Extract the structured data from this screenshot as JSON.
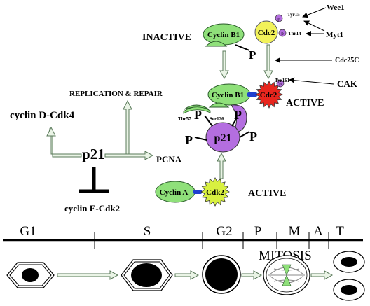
{
  "labels": {
    "inactive": "INACTIVE",
    "active_top": "ACTIVE",
    "active_bottom": "ACTIVE",
    "replication_repair": "REPLICATION & REPAIR",
    "cyclin_d_cdk4": "cyclin D-Cdk4",
    "p21": "p21",
    "pcna": "PCNA",
    "cyclin_e_cdk2": "cyclin E-Cdk2",
    "mitosis": "MITOSIS"
  },
  "proteins": {
    "cyclin_b1_top": "Cyclin B1",
    "cdc2_top": "Cdc2",
    "cyclin_b1_mid": "Cyclin B1",
    "cdc2_mid": "Cdc2",
    "p21_node": "p21",
    "cyclin_a": "Cyclin A",
    "cdk2": "Cdk2"
  },
  "kinases": {
    "wee1": "Wee1",
    "myt1": "Myt1",
    "cdc25c": "Cdc25C",
    "cak": "CAK"
  },
  "sites": {
    "tyr15": "Tyr15",
    "thr14": "Thr14",
    "tyr161": "Tyr161",
    "thr57": "Thr57",
    "ser126": "Ser126",
    "p": "P",
    "p_small": "p"
  },
  "phases": [
    "G1",
    "S",
    "G2",
    "P",
    "M",
    "A",
    "T"
  ],
  "colors": {
    "cyclin_green": "#8fe07a",
    "cdc2_yellow": "#f2f25a",
    "cdc2_red": "#e8261e",
    "p21_purple": "#b46ee0",
    "phospho_purple": "#b46ee0",
    "cdk2_yellow": "#d8f040",
    "linker_blue": "#1f3fd0",
    "arrow_fill": "#eaf4e6",
    "arrow_stroke": "#5a7a5a"
  }
}
